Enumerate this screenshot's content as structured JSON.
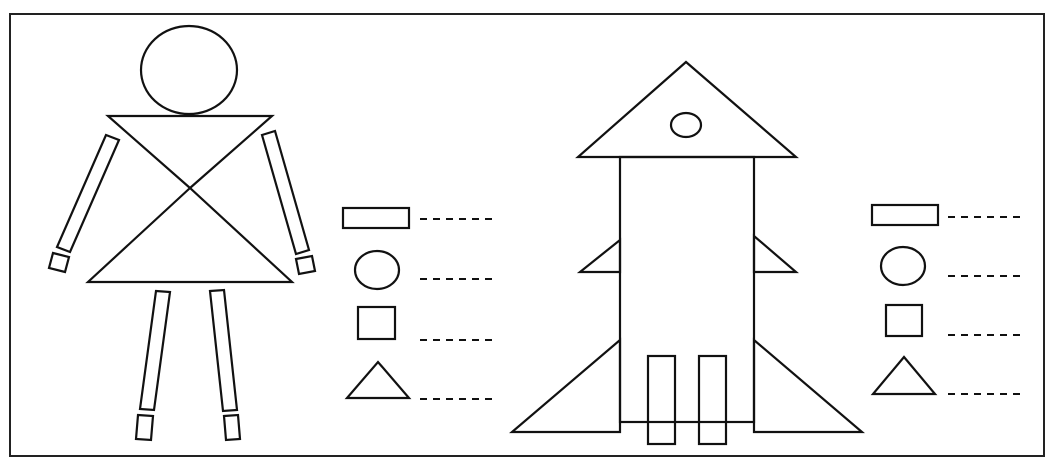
{
  "figure": {
    "description_colors": {
      "stroke": "#111111",
      "background": "#ffffff"
    },
    "left_figure": {
      "name": "robot-figure",
      "legend": [
        "rectangle",
        "circle",
        "square",
        "triangle"
      ]
    },
    "right_figure": {
      "name": "rocket-figure",
      "legend": [
        "rectangle",
        "circle",
        "square",
        "triangle"
      ]
    }
  }
}
